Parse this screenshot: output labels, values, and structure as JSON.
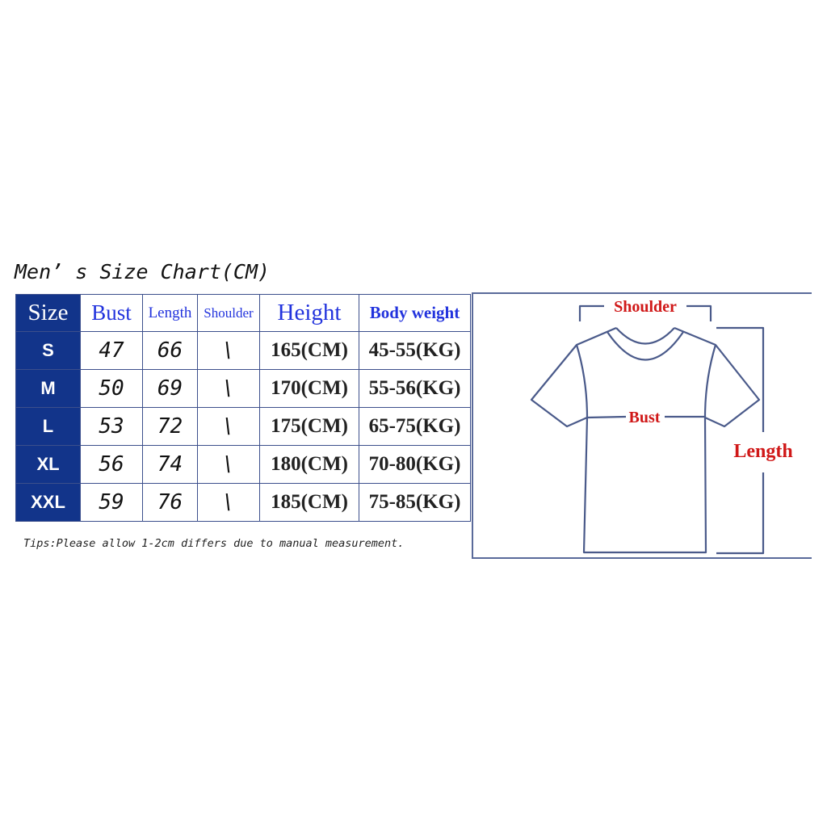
{
  "title": "Men’ s Size Chart(CM)",
  "table": {
    "headers": [
      "Size",
      "Bust",
      "Length",
      "Shoulder",
      "Height",
      "Body weight"
    ],
    "rows": [
      {
        "size": "S",
        "bust": "47",
        "length": "66",
        "shoulder": "\\",
        "height": "165(CM)",
        "weight": "45-55(KG)"
      },
      {
        "size": "M",
        "bust": "50",
        "length": "69",
        "shoulder": "\\",
        "height": "170(CM)",
        "weight": "55-56(KG)"
      },
      {
        "size": "L",
        "bust": "53",
        "length": "72",
        "shoulder": "\\",
        "height": "175(CM)",
        "weight": "65-75(KG)"
      },
      {
        "size": "XL",
        "bust": "56",
        "length": "74",
        "shoulder": "\\",
        "height": "180(CM)",
        "weight": "70-80(KG)"
      },
      {
        "size": "XXL",
        "bust": "59",
        "length": "76",
        "shoulder": "\\",
        "height": "185(CM)",
        "weight": "75-85(KG)"
      }
    ]
  },
  "tips": "Tips:Please allow 1-2cm differs due to manual measurement.",
  "diagram": {
    "shoulder": "Shoulder",
    "bust": "Bust",
    "length": "Length"
  },
  "colors": {
    "header_bg": "#12348a",
    "header_text": "#2233dd",
    "label_red": "#d01818",
    "line": "#4a5a8a"
  }
}
